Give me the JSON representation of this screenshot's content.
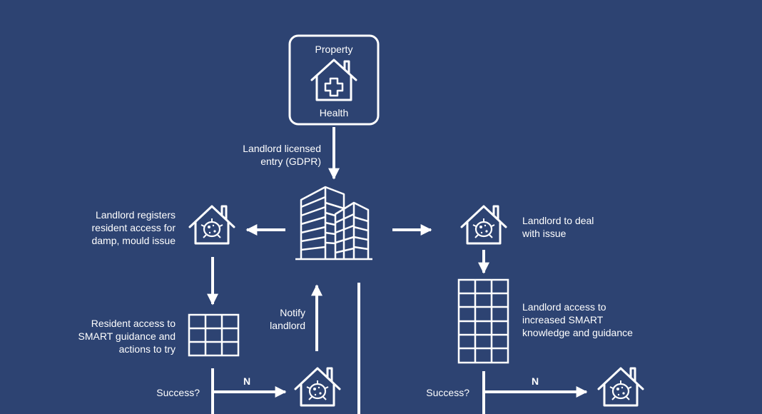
{
  "top_box": {
    "title": "Property",
    "subtitle": "Health"
  },
  "labels": {
    "licensed_entry": "Landlord licensed\nentry (GDPR)",
    "left_registers": "Landlord registers\nresident access for\ndamp, mould issue",
    "right_deal": "Landlord to deal\nwith issue",
    "resident_guidance": "Resident access to\nSMART guidance and\nactions to try",
    "notify": "Notify\nlandlord",
    "landlord_guidance": "Landlord access to\nincreased SMART\nknowledge and guidance",
    "success_left": "Success?",
    "success_right": "Success?",
    "n_left": "N",
    "n_right": "N"
  },
  "icons": {
    "house_health": "house-with-cross-icon",
    "buildings": "office-buildings-icon",
    "house_mould": "house-with-mould-icon",
    "grid": "grid-guidance-icon"
  },
  "colors": {
    "background": "#2d4372",
    "foreground": "#ffffff"
  }
}
